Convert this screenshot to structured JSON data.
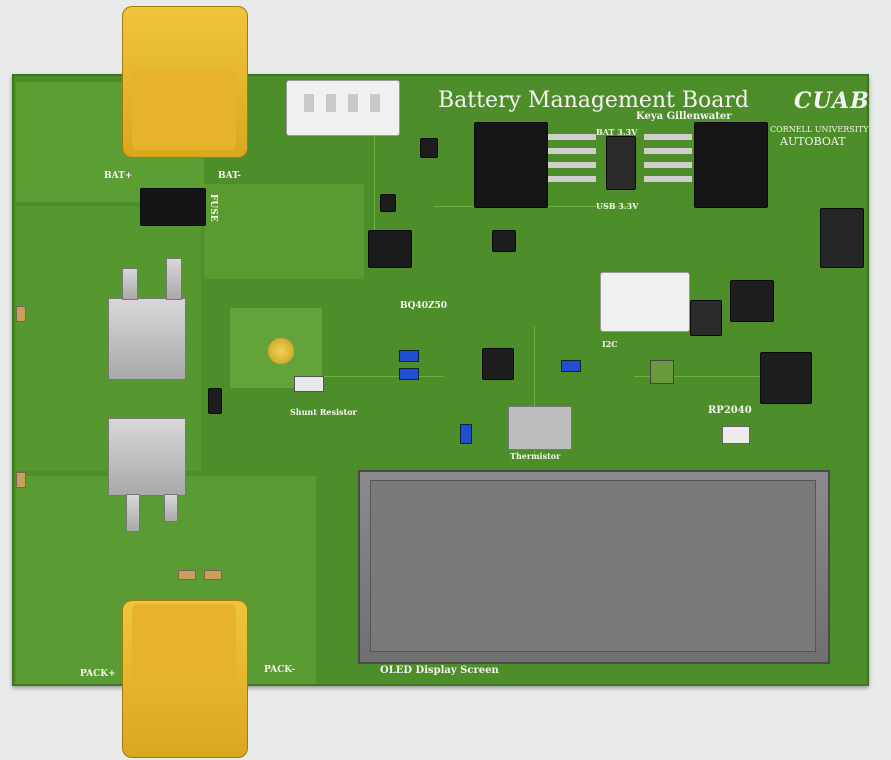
{
  "board": {
    "title": "Battery Management Board",
    "author": "Keya Gillenwater",
    "logo_text": "CUAB",
    "university": "CORNELL UNIVERSITY",
    "team": "AUTOBOAT"
  },
  "labels": {
    "bat_plus": "BAT+",
    "bat_minus": "BAT-",
    "fuse": "FUSE",
    "pack_plus": "PACK+",
    "pack_minus": "PACK-",
    "bq": "BQ40Z50",
    "shunt": "Shunt Resistor",
    "thermistor": "Thermistor",
    "i2c": "I2C",
    "rp2040": "RP2040",
    "bat33": "BAT 3.3V",
    "usb33": "USB 3.3V",
    "oled": "OLED Display Screen"
  },
  "colors": {
    "pcb": "#4e8e2a",
    "copper_pour": "#5d9e34",
    "connector": "#e2b52c",
    "silkscreen": "#f4f4f0"
  }
}
